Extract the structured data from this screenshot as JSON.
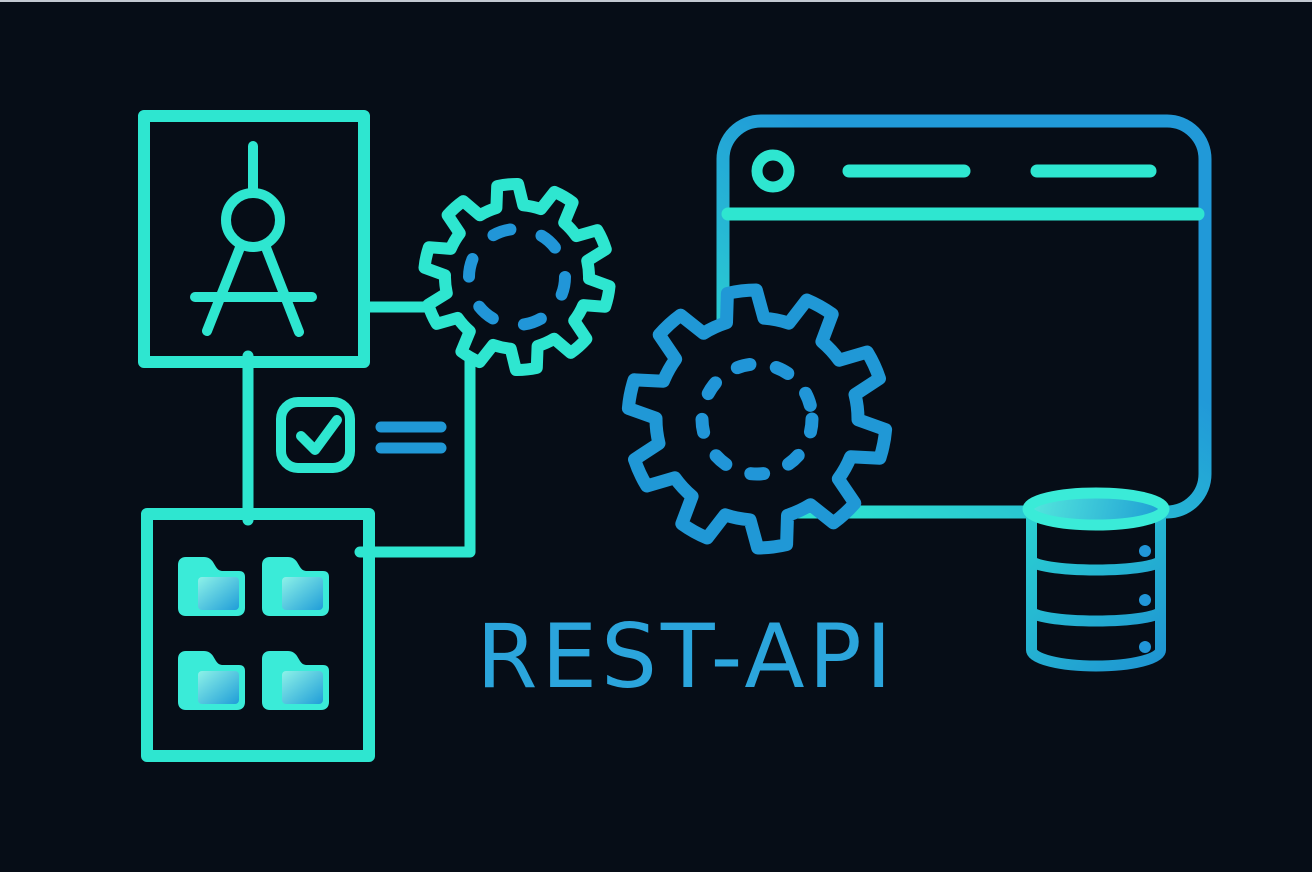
{
  "illustration": {
    "label": "REST-API",
    "background": "#060d17",
    "top_edge_artifact_color": "#c2c9d2",
    "colors": {
      "teal": "#2ee6d0",
      "blue": "#2098d6",
      "dash_blue": "#2196d8",
      "text_blue": "#2ba5dc",
      "window_teal": "#2ee3cf",
      "window_blue": "#2199d8",
      "folder_fill": "#3aebd8",
      "folder_panel_start": "#8df2e8",
      "folder_panel_end": "#209dd8",
      "db_top_start": "#55e9dd",
      "db_top_end": "#1d9cd4",
      "db_stroke_start": "#2bd4d2",
      "db_stroke_end": "#1e93d2"
    },
    "elements": {
      "blueprint_panel": {
        "icon": "drafting-compass-icon"
      },
      "approval": {
        "icon": "checkbox-check-icon"
      },
      "equivalence": {
        "icon": "equals-icon"
      },
      "folders_panel": {
        "icon": "folder-icon",
        "folder_count": 4
      },
      "small_gear": {
        "icon": "gear-icon",
        "teeth": 10
      },
      "large_gear": {
        "icon": "gear-icon",
        "teeth": 10
      },
      "browser_window": {
        "icon": "browser-window-icon"
      },
      "database": {
        "icon": "database-icon",
        "segments": 3
      }
    }
  }
}
